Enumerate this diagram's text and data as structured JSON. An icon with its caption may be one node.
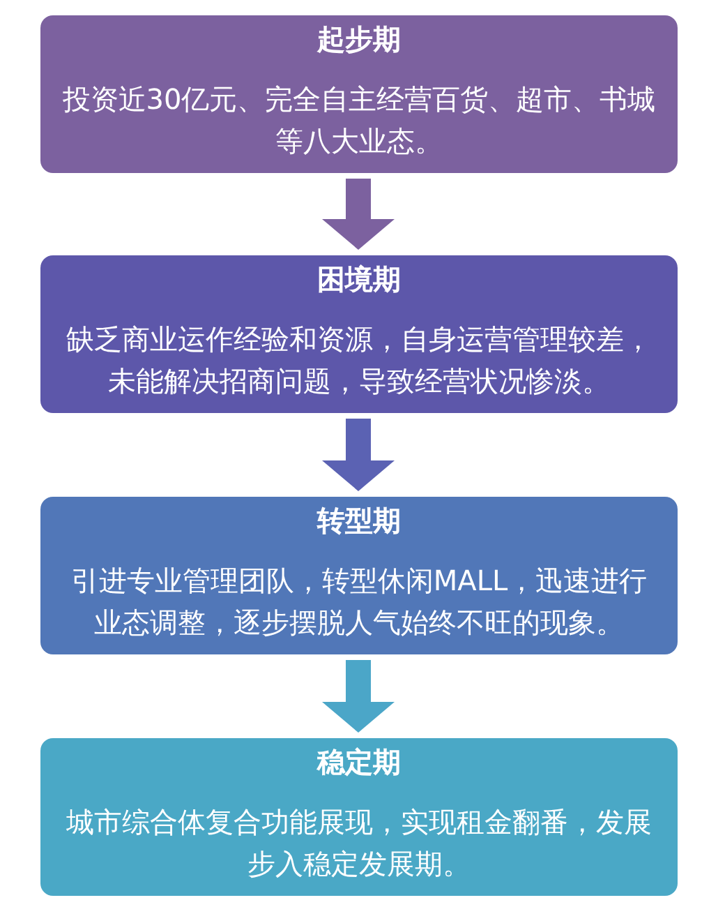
{
  "diagram": {
    "nodes": [
      {
        "text": [
          "起步期",
          "投资近30亿元、完全自主经营百货、超市、书城等八大业态。"
        ]
      },
      {
        "text": [
          "困境期",
          "缺乏商业运作经验和资源，自身运营管理较差，未能解决招商问题，导致经营状况惨淡。"
        ]
      },
      {
        "text": [
          "转型期",
          "引进专业管理团队，转型休闲MALL，迅速进行业态调整，逐步摆脱人气始终不旺的现象。"
        ]
      },
      {
        "text": [
          "稳定期",
          "城市综合体复合功能展现，实现租金翻番，发展步入稳定发展期。"
        ]
      }
    ],
    "edges": [
      {
        "from": 0,
        "to": 1,
        "arrow": "to",
        "color": "#7c619f"
      },
      {
        "from": 1,
        "to": 2,
        "arrow": "to",
        "color": "#5b62b3"
      },
      {
        "from": 2,
        "to": 3,
        "arrow": "to",
        "color": "#4ba6c8"
      }
    ]
  }
}
